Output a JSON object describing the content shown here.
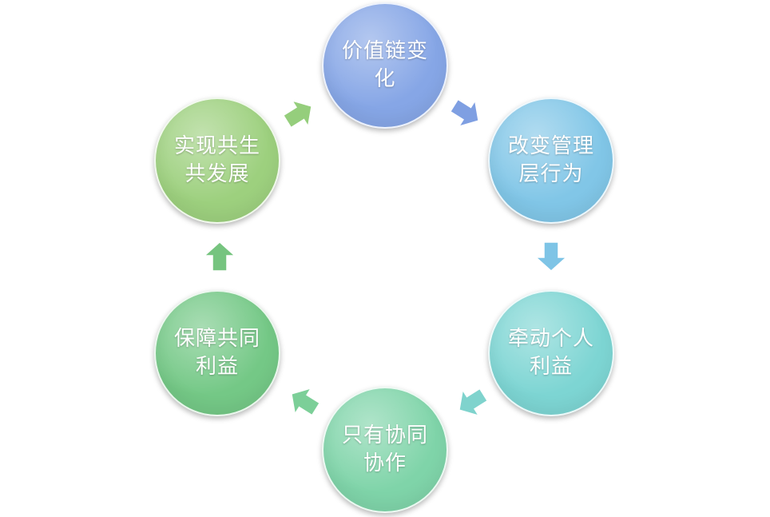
{
  "diagram": {
    "nodes": [
      {
        "id": "value-chain",
        "label": "价值链变化",
        "color": "#86a6e6"
      },
      {
        "id": "management-behavior",
        "label": "改变管理层行为",
        "color": "#81c6e7"
      },
      {
        "id": "individual-interest",
        "label": "牵动个人利益",
        "color": "#7dd5d3"
      },
      {
        "id": "collaboration",
        "label": "只有协同协作",
        "color": "#7fd4a9"
      },
      {
        "id": "common-interest",
        "label": "保障共同利益",
        "color": "#74c886"
      },
      {
        "id": "mutual-development",
        "label": "实现共生共发展",
        "color": "#9dd07e"
      }
    ],
    "arrows": [
      {
        "id": "value-to-mgmt",
        "color": "#7f9fe2"
      },
      {
        "id": "mgmt-to-individual",
        "color": "#7ec4e6"
      },
      {
        "id": "individual-to-collab",
        "color": "#7fd3cd"
      },
      {
        "id": "collab-to-common",
        "color": "#7ccf98"
      },
      {
        "id": "common-to-mutual",
        "color": "#76c47f"
      },
      {
        "id": "mutual-to-value",
        "color": "#95ce7c"
      }
    ]
  }
}
